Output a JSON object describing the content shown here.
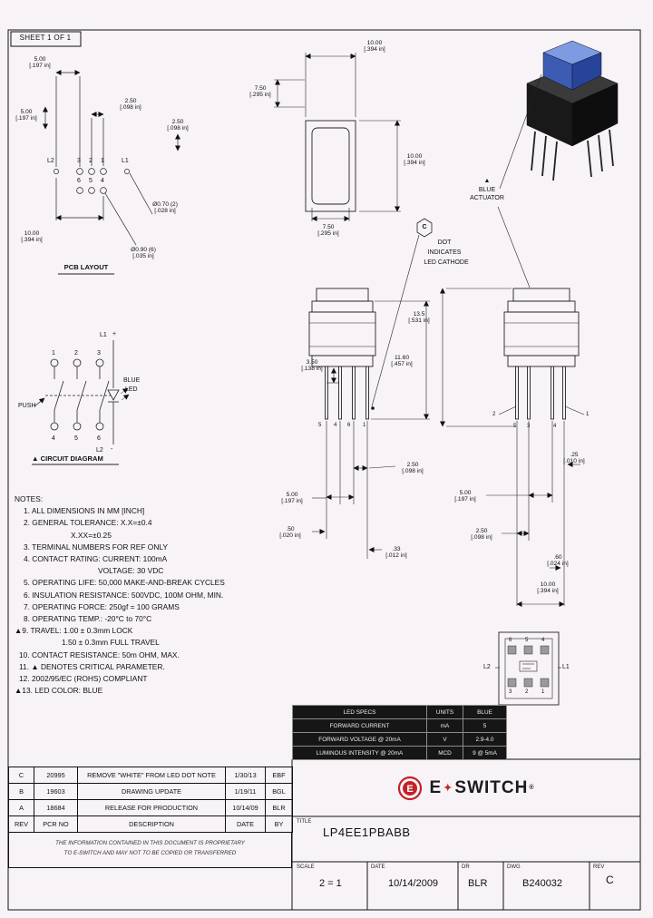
{
  "sheet": {
    "label": "SHEET 1 OF 1"
  },
  "views": {
    "pcb": {
      "caption": "PCB LAYOUT",
      "l2": "L2",
      "l1": "L1",
      "top_pins": [
        "3",
        "2",
        "1"
      ],
      "bottom_pins": [
        "6",
        "5",
        "4"
      ],
      "dims": {
        "d5a": {
          "v": "5.00",
          "i": "[.197 in]"
        },
        "d25a": {
          "v": "2.50",
          "i": "[.098 in]"
        },
        "d5b": {
          "v": "5.00",
          "i": "[.197 in]"
        },
        "d25b": {
          "v": "2.50",
          "i": "[.098 in]"
        },
        "d10": {
          "v": "10.00",
          "i": "[.394 in]"
        },
        "hole_small": {
          "v": "Ø0.70  (2)",
          "i": "[.028 in]"
        },
        "hole_big": {
          "v": "Ø0.90  (6)",
          "i": "[.035 in]"
        }
      }
    },
    "front": {
      "dims": {
        "top": {
          "v": "10.00",
          "i": "[.394 in]"
        },
        "left": {
          "v": "7.50",
          "i": "[.295 in]"
        },
        "right": {
          "v": "10.00",
          "i": "[.394 in]"
        },
        "bottom": {
          "v": "7.50",
          "i": "[.295 in]"
        }
      }
    },
    "iso": {
      "marker": "▲",
      "line1": "BLUE",
      "line2": "ACTUATOR"
    },
    "cathode": {
      "flag": "C",
      "line1": "DOT",
      "line2": "INDICATES",
      "line3": "LED CATHODE"
    },
    "circuit": {
      "l1": "L1",
      "plus": "+",
      "l2": "L2",
      "minus": "-",
      "push": "PUSH",
      "led1": "BLUE",
      "led2": "LED",
      "top_pins": [
        "1",
        "2",
        "3"
      ],
      "bottom_pins": [
        "4",
        "5",
        "6"
      ],
      "caption": "▲ CIRCUIT DIAGRAM"
    },
    "side_left": {
      "pins": [
        "5",
        "4",
        "6",
        "1"
      ],
      "dims": {
        "h": {
          "v": "3.50",
          "i": "[.138 in]"
        },
        "total": {
          "v": "11.60",
          "i": "[.457 in]"
        },
        "p25": {
          "v": "2.50",
          "i": "[.098 in]"
        },
        "p5": {
          "v": "5.00",
          "i": "[.197 in]"
        },
        "p050": {
          "v": ".50",
          "i": "[.020 in]"
        },
        "p033": {
          "v": ".33",
          "i": "[.012 in]"
        }
      }
    },
    "side_right": {
      "pin_left": "2",
      "pin_right": "1",
      "pins": [
        "5",
        "3",
        "4"
      ],
      "dims": {
        "total": {
          "v": "13.5",
          "i": "[.531 in]"
        },
        "p025": {
          "v": ".25",
          "i": "[.010 in]"
        },
        "p5": {
          "v": "5.00",
          "i": "[.197 in]"
        },
        "p25": {
          "v": "2.50",
          "i": "[.098 in]"
        },
        "p060": {
          "v": ".60",
          "i": "[.024 in]"
        },
        "p10": {
          "v": "10.00",
          "i": "[.394 in]"
        }
      }
    },
    "bottom": {
      "l2": "L2",
      "l1": "L1",
      "top_pins": [
        "6",
        "5",
        "4"
      ],
      "bottom_pins": [
        "3",
        "2",
        "1"
      ]
    }
  },
  "notes": {
    "title": "NOTES:",
    "lines": [
      "1. ALL DIMENSIONS IN MM [INCH]",
      "2. GENERAL TOLERANCE: X.X=±0.4",
      "X.XX=±0.25",
      "3. TERMINAL NUMBERS FOR REF ONLY",
      "4. CONTACT RATING: CURRENT: 100mA",
      "VOLTAGE: 30 VDC",
      "5. OPERATING LIFE: 50,000 MAKE-AND-BREAK CYCLES",
      "6. INSULATION RESISTANCE: 500VDC, 100M OHM, MIN.",
      "7. OPERATING FORCE: 250gf = 100 GRAMS",
      "8. OPERATING TEMP.: -20°C to 70°C",
      "▲9. TRAVEL: 1.00 ± 0.3mm LOCK",
      "1.50 ± 0.3mm FULL TRAVEL",
      "10. CONTACT RESISTANCE: 50m OHM, MAX.",
      "11. ▲ DENOTES CRITICAL PARAMETER.",
      "12. 2002/95/EC (ROHS) COMPLIANT",
      "▲13. LED COLOR: BLUE"
    ]
  },
  "led_table": {
    "header": [
      "LED SPECS",
      "UNITS",
      "BLUE"
    ],
    "rows": [
      [
        "FORWARD CURRENT",
        "mA",
        "5"
      ],
      [
        "FORWARD VOLTAGE @ 20mA",
        "V",
        "2.9-4.0"
      ],
      [
        "LUMINOUS INTENSITY @ 20mA",
        "MCD",
        "9 @ 5mA"
      ]
    ]
  },
  "revisions": {
    "header": [
      "REV",
      "PCR NO",
      "DESCRIPTION",
      "DATE",
      "BY"
    ],
    "rows": [
      [
        "C",
        "20995",
        "REMOVE \"WHITE\" FROM LED DOT NOTE",
        "1/30/13",
        "EBF"
      ],
      [
        "B",
        "19603",
        "DRAWING UPDATE",
        "1/19/11",
        "BGL"
      ],
      [
        "A",
        "18684",
        "RELEASE FOR PRODUCTION",
        "10/14/09",
        "BLR"
      ]
    ]
  },
  "disclaimer": {
    "line1": "THE INFORMATION CONTAINED IN THIS DOCUMENT IS PROPRIETARY",
    "line2": "TO E-SWITCH AND MAY NOT TO BE COPIED OR TRANSFERRED"
  },
  "title_block": {
    "logo_letter": "E",
    "brand_e": "E",
    "brand_sep": "✦",
    "brand_rest": "SWITCH",
    "reg": "®",
    "title_label": "TITLE",
    "title": "LP4EE1PBABB",
    "scale_label": "SCALE",
    "scale": "2 = 1",
    "date_label": "DATE",
    "date": "10/14/2009",
    "dr_label": "DR",
    "dr": "BLR",
    "dwg_label": "DWG",
    "dwg": "B240032",
    "rev_label": "REV",
    "rev": "C"
  }
}
